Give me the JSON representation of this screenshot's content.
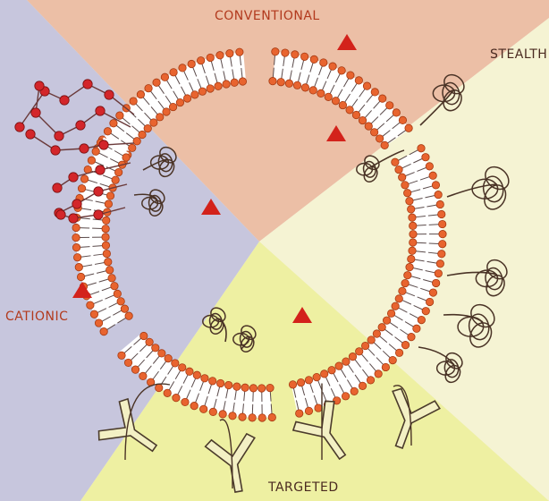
{
  "diagram": {
    "labels": {
      "conventional": "CONVENTIONAL",
      "stealth": "STEALTH",
      "cationic": "CATIONIC",
      "targeted": "TARGETED"
    },
    "colors": {
      "conventional_bg": "#ecbfa6",
      "stealth_bg": "#f5f3d3",
      "cationic_bg": "#c7c6dd",
      "targeted_bg": "#eef0a2",
      "lipid_head": "#e8642f",
      "drug_triangle": "#d3221b",
      "polymer": "#4a3326",
      "cationic_lipid": "#d3262a"
    },
    "icons": [
      "lipid-bilayer-icon",
      "drug-molecule-icon",
      "peg-polymer-icon",
      "antibody-icon",
      "cationic-lipid-icon"
    ]
  }
}
